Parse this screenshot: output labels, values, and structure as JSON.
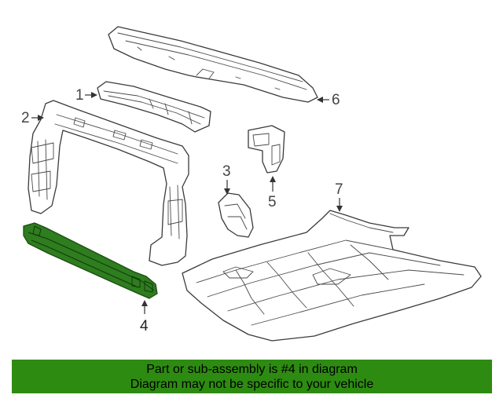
{
  "callouts": [
    {
      "id": "1",
      "label": "1"
    },
    {
      "id": "2",
      "label": "2"
    },
    {
      "id": "3",
      "label": "3"
    },
    {
      "id": "4",
      "label": "4"
    },
    {
      "id": "5",
      "label": "5"
    },
    {
      "id": "6",
      "label": "6"
    },
    {
      "id": "7",
      "label": "7"
    }
  ],
  "highlight_part": "4",
  "colors": {
    "highlight": "#2e7d1f",
    "banner": "#2e8b12"
  },
  "banner": {
    "line1": "Part or sub-assembly is #4 in diagram",
    "line2": "Diagram may not be specific to your vehicle"
  }
}
